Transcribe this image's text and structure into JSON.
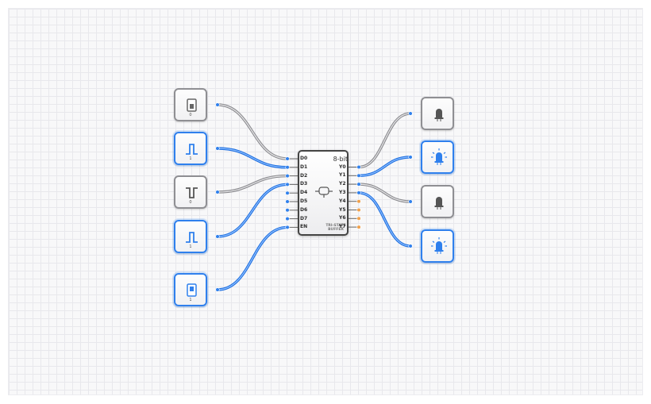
{
  "colors": {
    "active": "#2f80ed",
    "inactive": "#9a9a9e",
    "floating": "#f0a04b"
  },
  "inputs": [
    {
      "type": "toggle-switch",
      "value": "0",
      "active": false
    },
    {
      "type": "pulse-high",
      "value": "1",
      "active": true
    },
    {
      "type": "pulse-low",
      "value": "0",
      "active": false
    },
    {
      "type": "pulse-high",
      "value": "1",
      "active": true
    },
    {
      "type": "toggle-switch",
      "value": "1",
      "active": true
    }
  ],
  "chip": {
    "title": "8-bit",
    "name_line1": "TRI-STATE",
    "name_line2": "BUFFER",
    "icon": "tri-state-buffer-icon",
    "inputs": [
      "D0",
      "D1",
      "D2",
      "D3",
      "D4",
      "D5",
      "D6",
      "D7",
      "EN"
    ],
    "outputs": [
      "Y0",
      "Y1",
      "Y2",
      "Y3",
      "Y4",
      "Y5",
      "Y6",
      "Y7"
    ]
  },
  "outputs": [
    {
      "type": "led-bulb",
      "lit": false
    },
    {
      "type": "led-bulb",
      "lit": true
    },
    {
      "type": "led-bulb",
      "lit": false
    },
    {
      "type": "led-bulb",
      "lit": true
    }
  ],
  "wires": [
    {
      "from": "input-1",
      "to": "D0",
      "active": false
    },
    {
      "from": "input-2",
      "to": "D1",
      "active": true
    },
    {
      "from": "input-3",
      "to": "D2",
      "active": false
    },
    {
      "from": "input-4",
      "to": "D3",
      "active": true
    },
    {
      "from": "input-5",
      "to": "EN",
      "active": true
    },
    {
      "from": "Y0",
      "to": "led-1",
      "active": false
    },
    {
      "from": "Y1",
      "to": "led-2",
      "active": true
    },
    {
      "from": "Y2",
      "to": "led-3",
      "active": false
    },
    {
      "from": "Y3",
      "to": "led-4",
      "active": true
    }
  ]
}
